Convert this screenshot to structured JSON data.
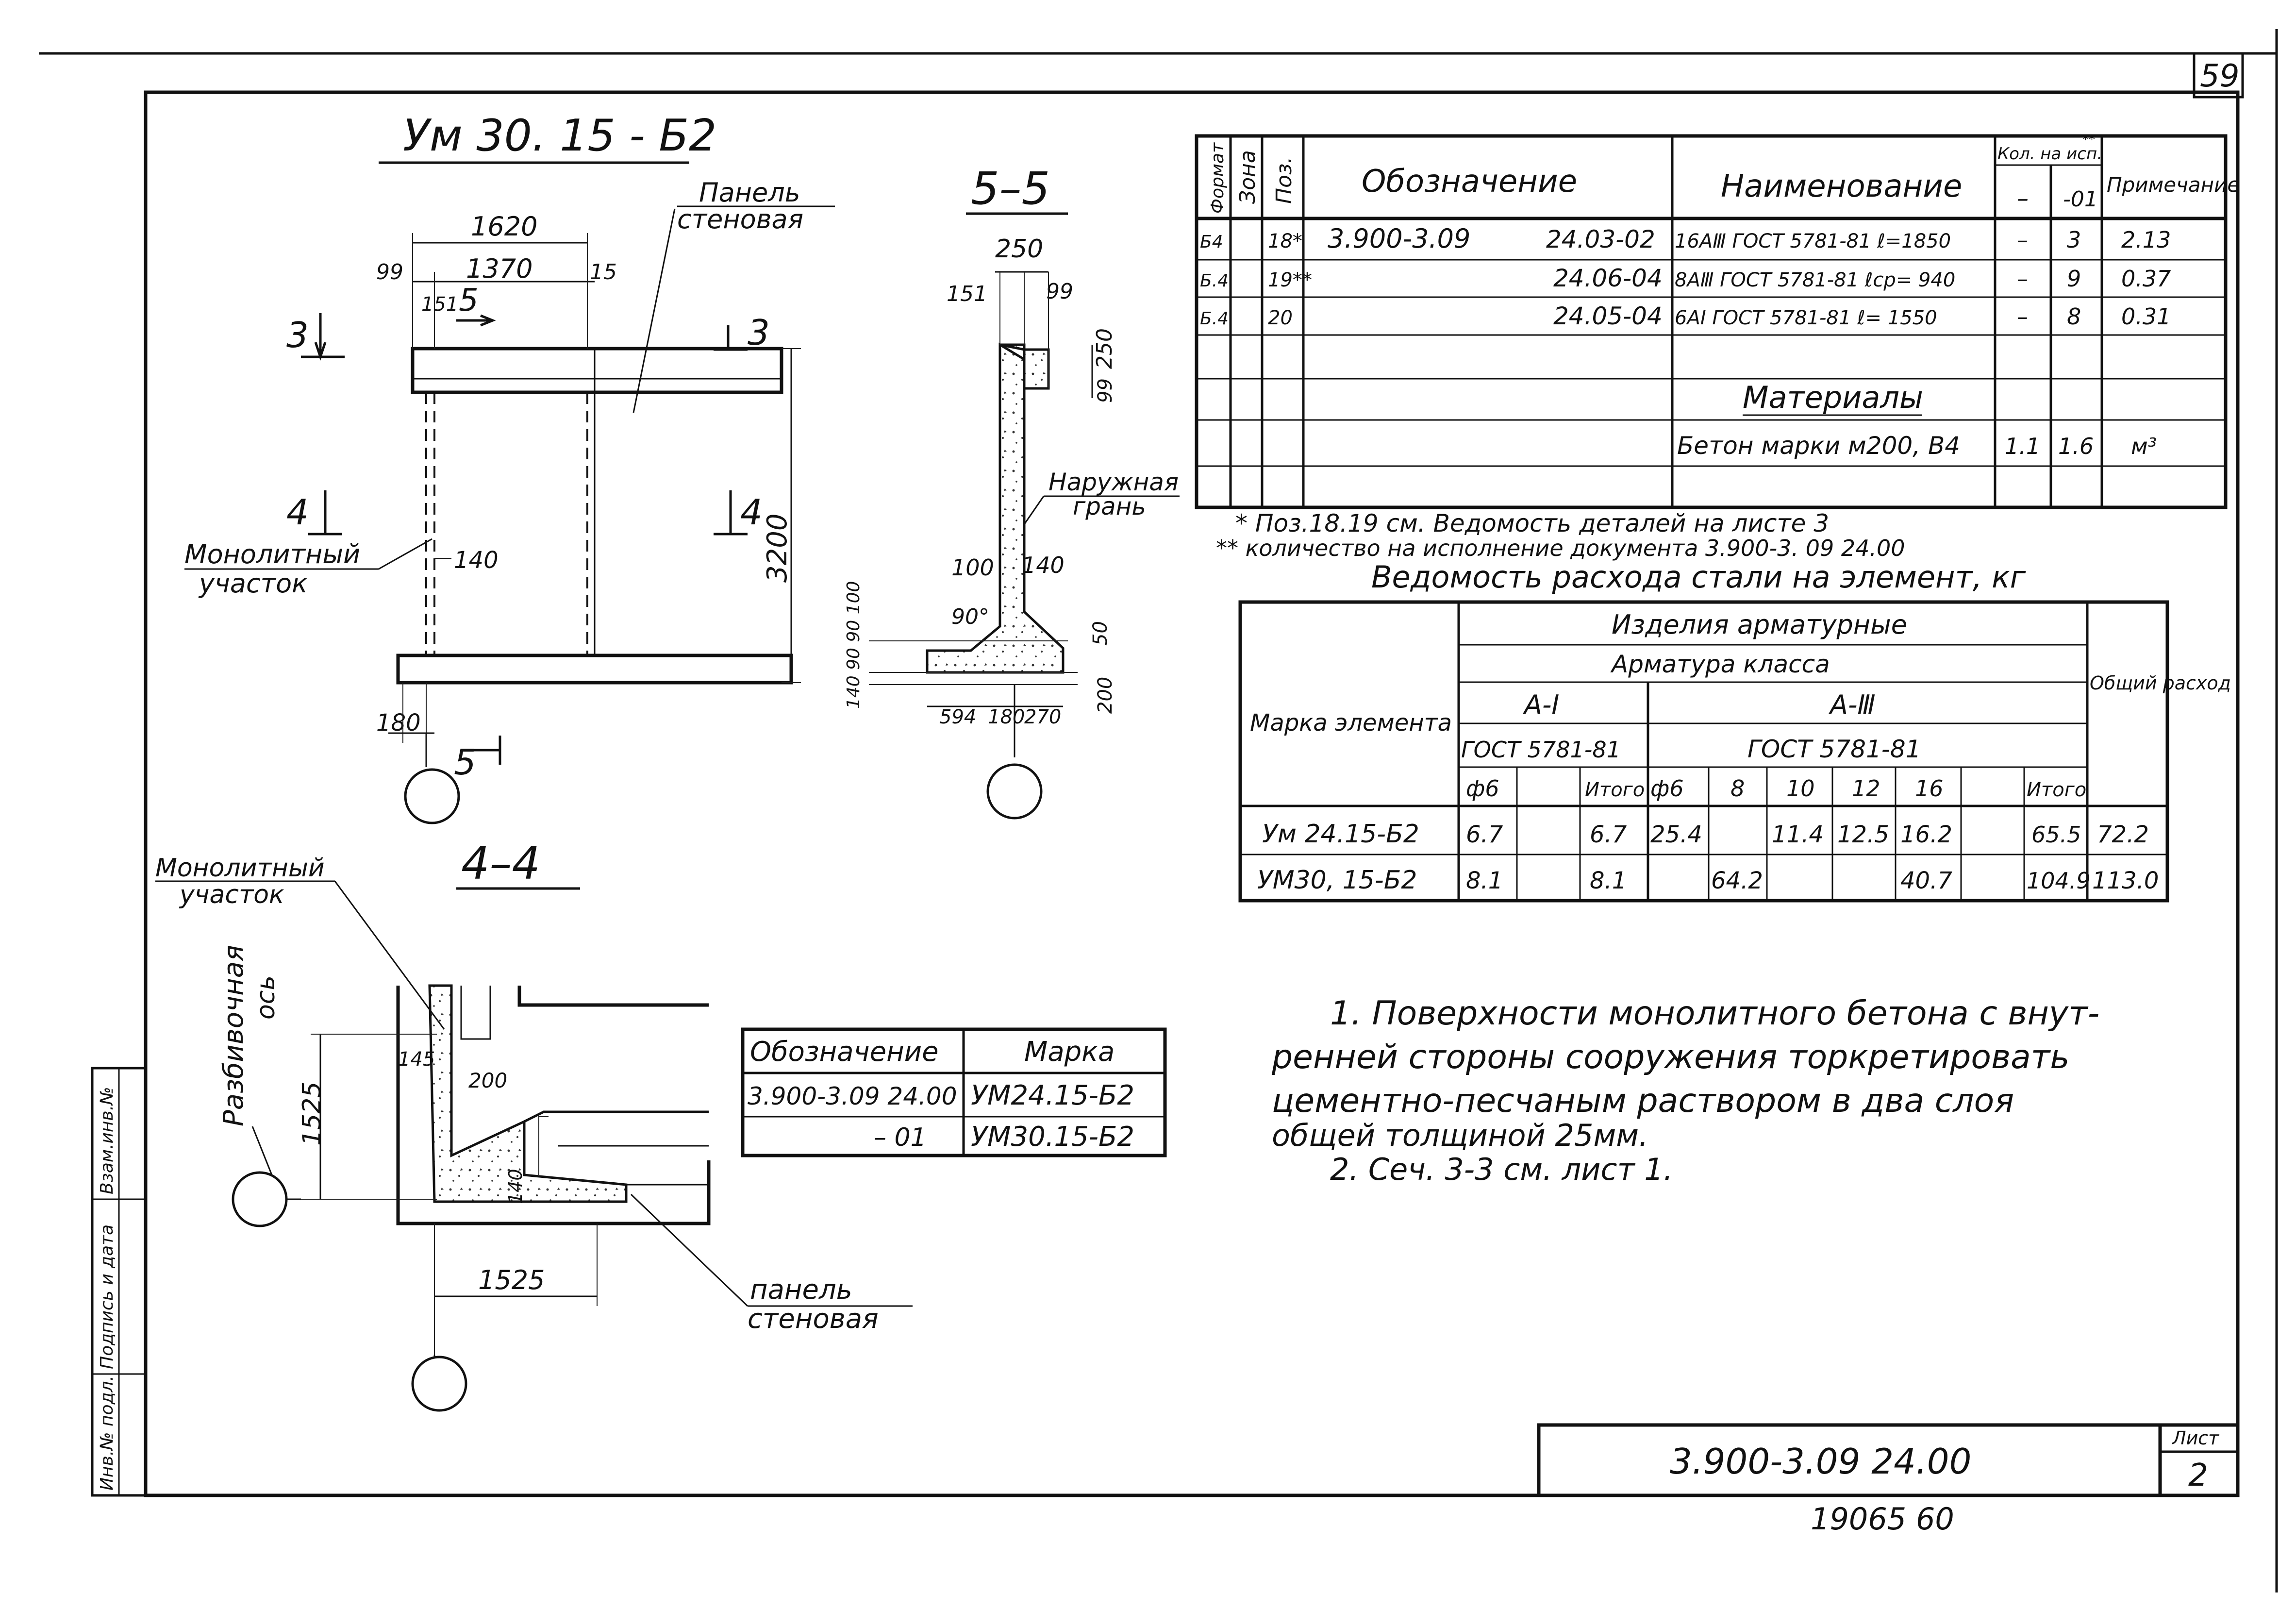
{
  "sheet": {
    "page_number": "59",
    "designation": "3.900-3.09   24.00",
    "sheet_label": "Лист",
    "sheet_number": "2",
    "footer": "19065   60",
    "side_stamps": [
      "Инв.№ подл.",
      "Подпись и дата",
      "Взам.инв.№"
    ]
  },
  "main_view": {
    "title": "Ум 30. 15 - Б2",
    "label_panel": [
      "Панель",
      "стеновая"
    ],
    "label_monolith": [
      "Монолитный",
      "участок"
    ],
    "dims": {
      "d1620": "1620",
      "d1370": "1370",
      "d99": "99",
      "d15": "15",
      "d151": "151",
      "d140": "140",
      "d3200": "3200",
      "d180": "180"
    },
    "section_marks": {
      "s3": "3",
      "s4": "4",
      "s5": "5"
    }
  },
  "section_55": {
    "title": "5–5",
    "label_outer": [
      "Наружная",
      "грань"
    ],
    "dims": {
      "d250": "250",
      "d151": "151",
      "d99": "99",
      "d99v": "99",
      "d250v": "250",
      "d100": "100",
      "d140": "140",
      "d90": "90°",
      "d50": "50",
      "d200": "200",
      "d594": "594",
      "d180": "180",
      "d270": "270",
      "d1409090100": "140 90 90 100"
    }
  },
  "section_44": {
    "title": "4–4",
    "label_monolith": [
      "Монолитный",
      "участок"
    ],
    "label_axis": [
      "Разбивочная",
      "ось"
    ],
    "label_panel": [
      "панель",
      "стеновая"
    ],
    "dims": {
      "d1525v": "1525",
      "d1525h": "1525",
      "d145": "145",
      "d200": "200",
      "d140": "140"
    }
  },
  "spec_table": {
    "headers": {
      "format": "Формат",
      "zone": "Зона",
      "pos": "Поз.",
      "designation": "Обозначение",
      "name": "Наименование",
      "qty": "Кол. на исп.",
      "qty_marks": "**",
      "qty_a": "–",
      "qty_b": "-01",
      "note": "Примечание"
    },
    "rows": [
      {
        "format": "Б4",
        "pos": "18*",
        "designation": "3.900-3.09",
        "code": "24.03-02",
        "name": "16АⅢ  ГОСТ 5781-81 ℓ=1850",
        "qa": "–",
        "qb": "3",
        "note": "2.13"
      },
      {
        "format": "Б.4",
        "pos": "19**",
        "designation": "",
        "code": "24.06-04",
        "name": "8АⅢ  ГОСТ 5781-81 ℓср= 940",
        "qa": "–",
        "qb": "9",
        "note": "0.37"
      },
      {
        "format": "Б.4",
        "pos": "20",
        "designation": "",
        "code": "24.05-04",
        "name": "6АⅠ  ГОСТ 5781-81 ℓ= 1550",
        "qa": "–",
        "qb": "8",
        "note": "0.31"
      }
    ],
    "materials_header": "Материалы",
    "materials_row": {
      "name": "Бетон марки м200, В4",
      "qa": "1.1",
      "qb": "1.6",
      "note": "м³"
    },
    "footnote1": "* Поз.18.19 см. Ведомость деталей на листе 3",
    "footnote2": "** количество на исполнение документа  3.900-3. 09  24.00"
  },
  "steel_table": {
    "title": "Ведомость расхода стали на элемент, кг",
    "col_element": "Марка элемента",
    "group": "Изделия арматурные",
    "subgroup": "Арматура класса",
    "class_a1": "А-Ⅰ",
    "class_a3": "А-Ⅲ",
    "gost_a1": "ГОСТ 5781-81",
    "gost_a3": "ГОСТ  5781-81",
    "total_col": "Общий расход",
    "sub_cols": [
      "ф6",
      "",
      "Итого",
      "ф6",
      "8",
      "10",
      "12",
      "16",
      "",
      "Итого"
    ],
    "rows": [
      {
        "mark": "Ум 24.15-Б2",
        "cells": [
          "6.7",
          "",
          "6.7",
          "25.4",
          "",
          "11.4",
          "12.5",
          "16.2",
          "",
          "65.5"
        ],
        "total": "72.2"
      },
      {
        "mark": "УМ30, 15-Б2",
        "cells": [
          "8.1",
          "",
          "8.1",
          "",
          "64.2",
          "",
          "",
          "40.7",
          "",
          "104.9"
        ],
        "total": "113.0"
      }
    ]
  },
  "variant_table": {
    "col1": "Обозначение",
    "col2": "Марка",
    "rows": [
      {
        "designation": "3.900-3.09 24.00",
        "mark": "УМ24.15-Б2"
      },
      {
        "designation": "– 01",
        "mark": "УМ30.15-Б2"
      }
    ]
  },
  "notes": {
    "line1": "1. Поверхности монолитного бетона с внут-",
    "line2": "ренней стороны сооружения торкретировать",
    "line3": "цементно-песчаным раствором в два слоя",
    "line4": "общей толщиной 25мм.",
    "line5": "2. Сеч. 3-3 см. лист 1."
  }
}
